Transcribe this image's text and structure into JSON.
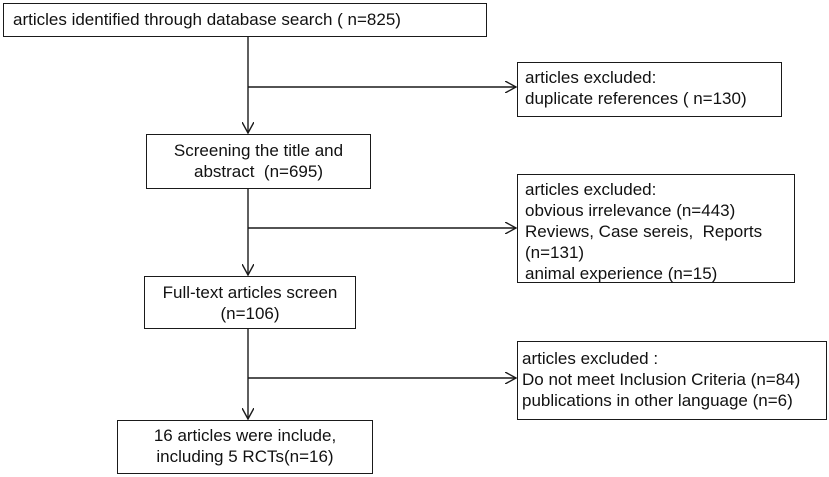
{
  "flowchart": {
    "identified": {
      "lines": [
        "articles identified through database search ( n=825)"
      ]
    },
    "excluded_duplicates": {
      "lines": [
        "articles excluded:",
        "duplicate references ( n=130)"
      ]
    },
    "screening": {
      "lines": [
        "Screening the title and",
        "abstract  (n=695)"
      ]
    },
    "excluded_screening": {
      "lines": [
        "articles excluded:",
        "obvious irrelevance (n=443)",
        "Reviews, Case sereis,  Reports",
        "(n=131)",
        "animal experience (n=15)"
      ]
    },
    "fulltext": {
      "lines": [
        "Full-text articles screen",
        "(n=106)"
      ]
    },
    "excluded_fulltext": {
      "lines": [
        "articles excluded :",
        "Do not meet Inclusion Criteria (n=84)",
        "publications in other language (n=6)"
      ]
    },
    "included": {
      "lines": [
        "16 articles were include,",
        "including 5 RCTs(n=16)"
      ]
    }
  }
}
